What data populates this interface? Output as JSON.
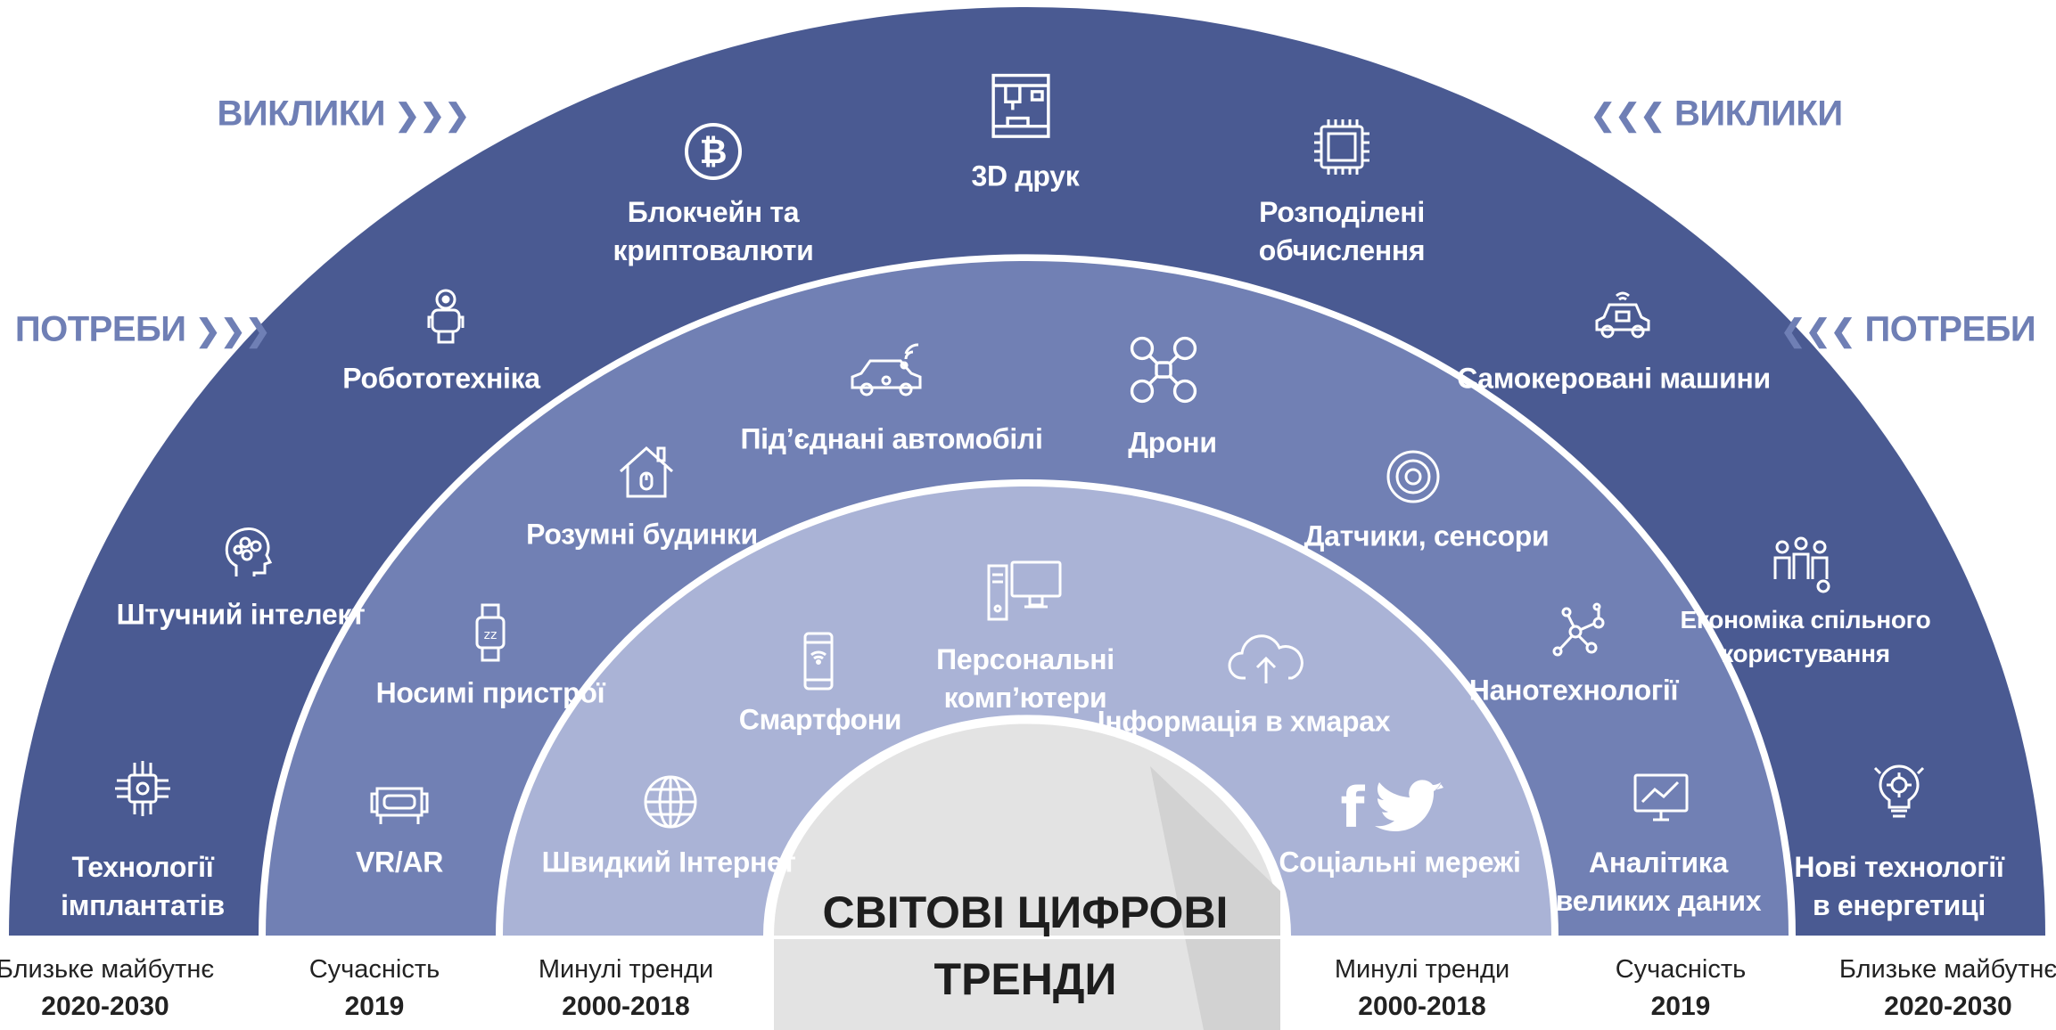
{
  "colors": {
    "outer": "#4a5a92",
    "middle": "#7180b4",
    "inner": "#aab3d6",
    "center": "#e6e6e6",
    "header_text": "#6f7fb5"
  },
  "headers": {
    "challenges_left": "ВИКЛИКИ",
    "challenges_right": "ВИКЛИКИ",
    "needs_left": "ПОТРЕБИ",
    "needs_right": "ПОТРЕБИ"
  },
  "title": {
    "line1": "СВІТОВІ ЦИФРОВІ",
    "line2": "ТРЕНДИ"
  },
  "outer_ring": {
    "implants": {
      "icon": "chip-icon",
      "line1": "Технології",
      "line2": "імплантатів"
    },
    "ai": {
      "icon": "brain-head-icon",
      "line1": "Штучний інтелект"
    },
    "robotics": {
      "icon": "robot-icon",
      "line1": "Робототехніка"
    },
    "blockchain": {
      "icon": "bitcoin-icon",
      "line1": "Блокчейн та",
      "line2": "криптовалюти"
    },
    "print3d": {
      "icon": "3d-printer-icon",
      "line1": "3D друк"
    },
    "distributed": {
      "icon": "processor-icon",
      "line1": "Розподілені",
      "line2": "обчислення"
    },
    "selfdriving": {
      "icon": "autonomous-car-icon",
      "line1": "Самокеровані машини"
    },
    "sharing": {
      "icon": "people-icon",
      "line1": "Економіка спільного",
      "line2": "користування"
    },
    "energy": {
      "icon": "lightbulb-gear-icon",
      "line1": "Нові технології",
      "line2": "в енергетиці"
    }
  },
  "middle_ring": {
    "vrar": {
      "icon": "vr-headset-icon",
      "line1": "VR/AR"
    },
    "wearables": {
      "icon": "smartwatch-icon",
      "line1": "Носимі пристрої"
    },
    "smarthome": {
      "icon": "smart-home-icon",
      "line1": "Розумні будинки"
    },
    "connectedcars": {
      "icon": "connected-car-icon",
      "line1": "Під’єднані автомобілі"
    },
    "drones": {
      "icon": "drone-icon",
      "line1": "Дрони"
    },
    "sensors": {
      "icon": "sensor-icon",
      "line1": "Датчики, сенсори"
    },
    "nano": {
      "icon": "molecule-icon",
      "line1": "Нанотехнології"
    },
    "bigdata": {
      "icon": "analytics-monitor-icon",
      "line1": "Аналітика",
      "line2": "великих даних"
    }
  },
  "inner_ring": {
    "internet": {
      "icon": "globe-icon",
      "line1": "Швидкий Інтернет"
    },
    "smartphones": {
      "icon": "smartphone-icon",
      "line1": "Смартфони"
    },
    "pcs": {
      "icon": "desktop-computer-icon",
      "line1": "Персональні",
      "line2": "комп’ютери"
    },
    "cloud": {
      "icon": "cloud-upload-icon",
      "line1": "Інформація в хмарах"
    },
    "social": {
      "icon": "facebook-twitter-icon",
      "line1": "Соціальні мережі"
    }
  },
  "periods": {
    "outer_left": {
      "name": "Близьке майбутнє",
      "years": "2020-2030"
    },
    "middle_left": {
      "name": "Сучасність",
      "years": "2019"
    },
    "inner_left": {
      "name": "Минулі тренди",
      "years": "2000-2018"
    },
    "inner_right": {
      "name": "Минулі тренди",
      "years": "2000-2018"
    },
    "middle_right": {
      "name": "Сучасність",
      "years": "2019"
    },
    "outer_right": {
      "name": "Близьке майбутнє",
      "years": "2020-2030"
    }
  }
}
